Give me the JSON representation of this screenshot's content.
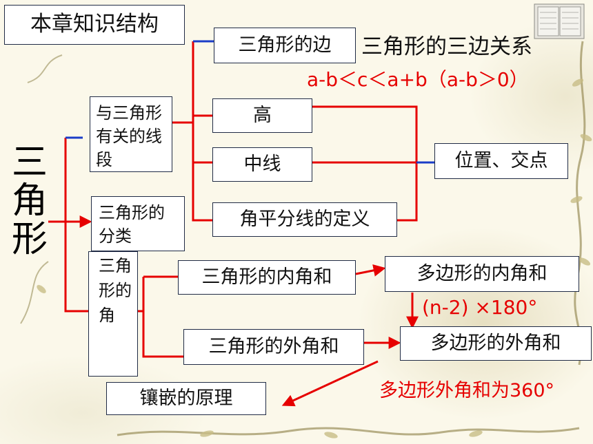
{
  "title": "本章知识结构",
  "root": "三角形",
  "segments": {
    "group": "与三角形有关的线段",
    "side": "三角形的边",
    "side_relation": "三角形的三边关系",
    "side_formula": "a-b＜c＜a+b（a-b＞0）",
    "altitude": "高",
    "median": "中线",
    "bisector": "角平分线的定义",
    "common": "位置、交点"
  },
  "classification": "三角形的分类",
  "angles": {
    "group": "三角形的角",
    "interior": "三角形的内角和",
    "exterior": "三角形的外角和",
    "poly_interior": "多边形的内角和",
    "poly_exterior": "多边形的外角和",
    "poly_interior_formula": "(n-2) ×180°",
    "poly_exterior_note": "多边形外角和为360°",
    "tessellation": "镶嵌的原理"
  },
  "colors": {
    "connector_red": "#e60000",
    "connector_blue": "#1a3cc8",
    "box_border": "#1f2a44"
  }
}
